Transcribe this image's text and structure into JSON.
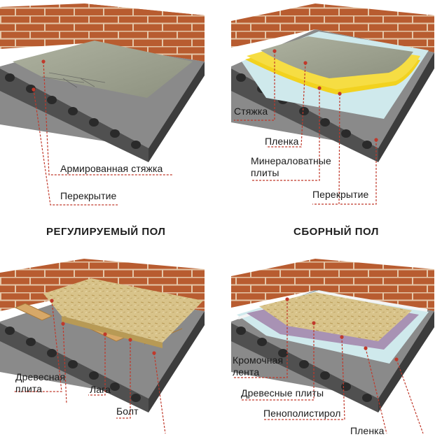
{
  "headings": {
    "adjustable": "РЕГУЛИРУЕМЫЙ ПОЛ",
    "prefab": "СБОРНЫЙ ПОЛ"
  },
  "diagrams": {
    "top_left": {
      "labels": [
        "Армированная стяжка",
        "Перекрытие"
      ]
    },
    "top_right": {
      "labels": [
        "Стяжка",
        "Пленка",
        "Минераловатные\nплиты",
        "Перекрытие"
      ]
    },
    "bottom_left": {
      "labels": [
        "Древесная\nплита",
        "Лага",
        "Болт"
      ]
    },
    "bottom_right": {
      "labels": [
        "Кромочная\nлента",
        "Древесные плиты",
        "Пенополистирол",
        "Пленка"
      ]
    }
  },
  "colors": {
    "brick": "#b85c30",
    "mortar": "#e4c6a8",
    "slab": "#5c5c5c",
    "slab_holes": "#2a2a2a",
    "screed": "#9a9e8c",
    "mineral_wool": "#f2d21f",
    "film": "#cfe9ec",
    "osb": "#d8c38a",
    "polystyrene": "#a892b4",
    "leader_line": "#c0392b"
  }
}
